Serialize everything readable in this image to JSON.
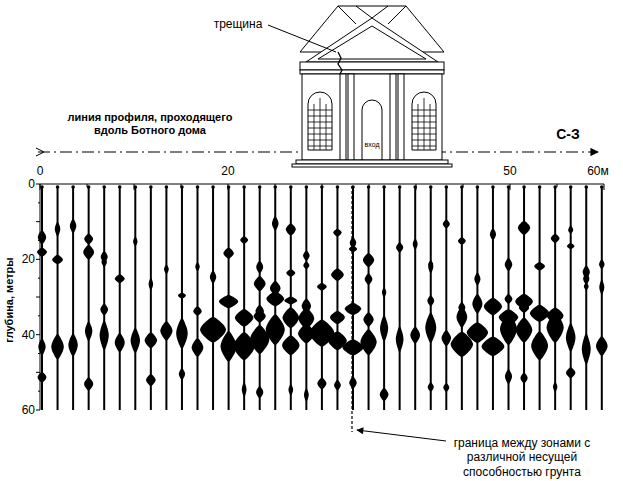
{
  "diagram": {
    "labels": [
      "трещина",
      "линия профиля, проходящего вдоль Ботного дома",
      "С-З",
      "вход",
      "0",
      "20",
      "50",
      "60м",
      "0",
      "20",
      "40",
      "60",
      "глубина, метры",
      "граница между зонами с различной несущей способностью грунта"
    ]
  }
}
